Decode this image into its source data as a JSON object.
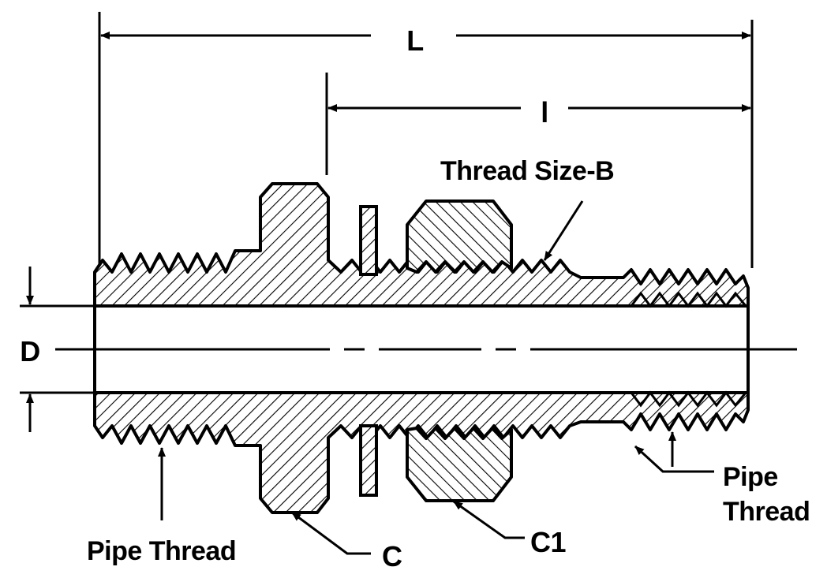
{
  "labels": {
    "overall_length": "L",
    "inner_length": "l",
    "thread_size": "Thread Size-B",
    "bore": "D",
    "pipe_thread_left": "Pipe Thread",
    "pipe_thread_right_line1": "Pipe",
    "pipe_thread_right_line2": "Thread",
    "hex_c": "C",
    "hex_c1": "C1"
  },
  "colors": {
    "ink": "#000000",
    "paper": "#ffffff"
  }
}
